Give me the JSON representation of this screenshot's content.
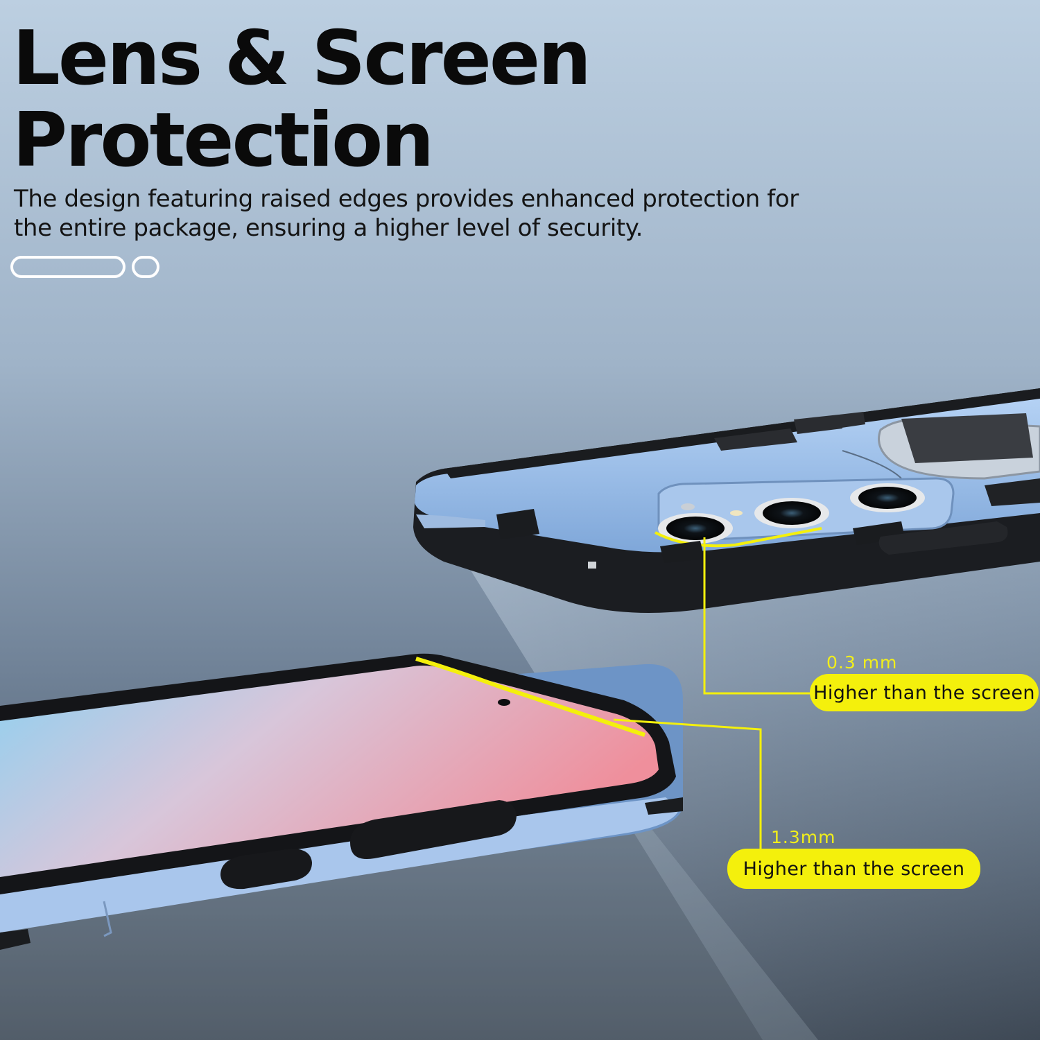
{
  "headline": {
    "line1": "Lens & Screen",
    "line2": "Protection"
  },
  "description": {
    "line1": "The design featuring raised edges provides enhanced protection for",
    "line2": "the entire package, ensuring a higher level of security."
  },
  "carousel": {
    "slide_count": 2,
    "active_index": 0
  },
  "callouts": {
    "lens": {
      "value": "0.3 mm",
      "label": "Higher than the screen"
    },
    "screen": {
      "value": "1.3mm",
      "label": "Higher than the screen"
    }
  },
  "colors": {
    "background_top": "#b7cde0",
    "background_bottom": "#3d4a5a",
    "case_blue": "#8fb6e6",
    "bumper_black": "#1a1c1f",
    "highlight_yellow": "#f4f00c",
    "headline_text": "#0a0a0a"
  },
  "icons": {
    "pager_active": "pill-indicator",
    "pager_inactive": "dot-indicator"
  }
}
